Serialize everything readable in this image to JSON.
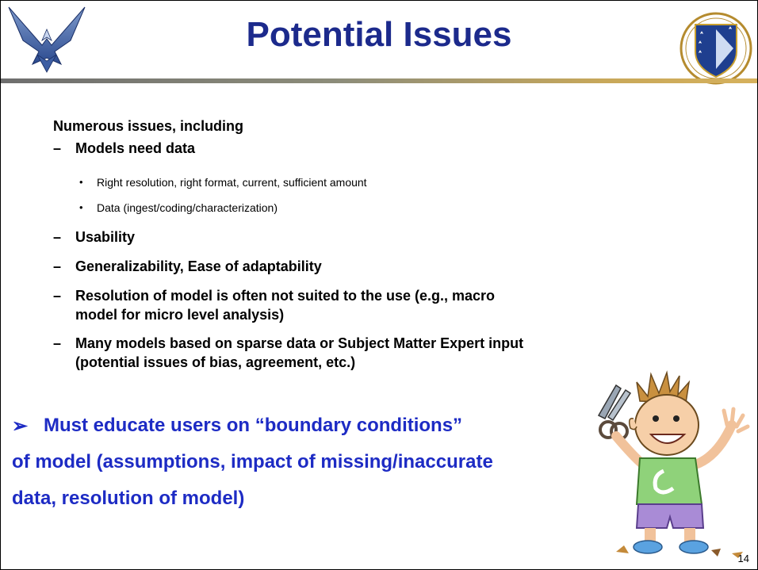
{
  "slide": {
    "title": "Potential Issues",
    "page_number": "14"
  },
  "body": {
    "intro": "Numerous issues, including",
    "items": [
      {
        "text": "Models need data",
        "sub": [
          "Right resolution, right format, current, sufficient amount",
          "Data (ingest/coding/characterization)"
        ]
      },
      {
        "text": "Usability"
      },
      {
        "text": "Generalizability, Ease of adaptability"
      },
      {
        "text_lines": [
          "Resolution of model is often not suited to the use (e.g., macro",
          "model for micro level analysis)"
        ]
      },
      {
        "text_lines": [
          "Many models based on sparse data or Subject Matter Expert input",
          "(potential issues of bias, agreement, etc.)"
        ]
      }
    ],
    "dash": "–",
    "bullet": "•"
  },
  "callout": {
    "arrow": "➢",
    "lines": [
      "Must educate users on “boundary conditions”",
      "of model (assumptions, impact of missing/inaccurate",
      "data, resolution of model)"
    ]
  },
  "icons": {
    "logo_left": "air-force-wings-logo",
    "logo_right": "air-force-research-laboratory-shield",
    "illustration": "cartoon-kid-with-scissors"
  },
  "colors": {
    "title": "#1c2a8c",
    "callout": "#1d2bc4"
  }
}
